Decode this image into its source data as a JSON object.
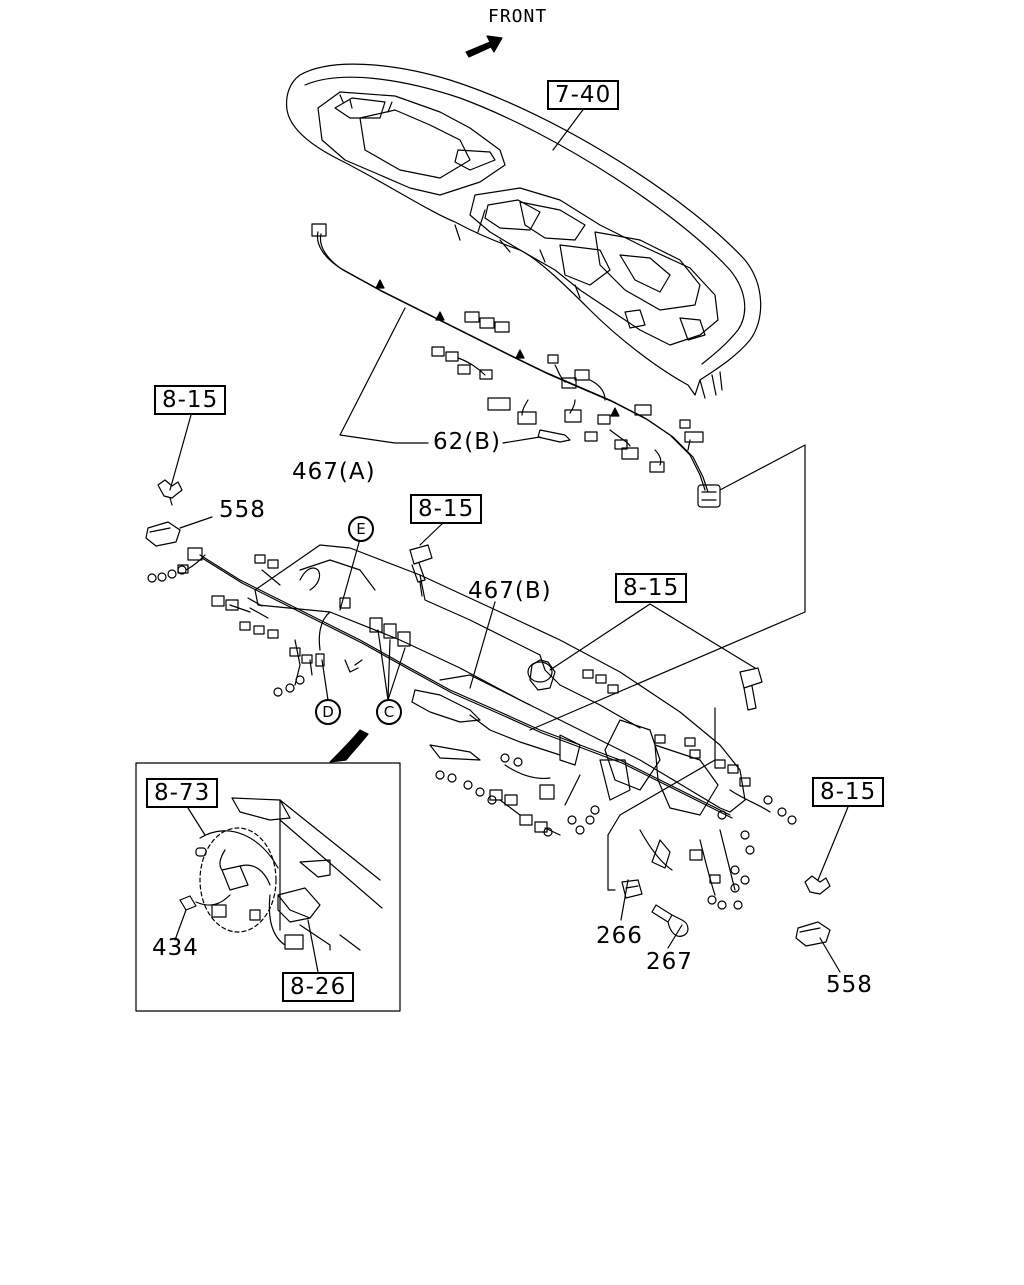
{
  "front_label": "FRONT",
  "refs": {
    "r_7_40": "7-40",
    "r_8_15_left": "8-15",
    "r_8_15_bolt": "8-15",
    "r_8_15_mid": "8-15",
    "r_8_15_right": "8-15",
    "r_8_73": "8-73",
    "r_8_26": "8-26"
  },
  "parts": {
    "p_62b": "62(B)",
    "p_467a": "467(A)",
    "p_467b": "467(B)",
    "p_558_left": "558",
    "p_558_right": "558",
    "p_266": "266",
    "p_267": "267",
    "p_434": "434"
  },
  "circled": {
    "c_e": "E",
    "c_d": "D",
    "c_c": "C"
  }
}
